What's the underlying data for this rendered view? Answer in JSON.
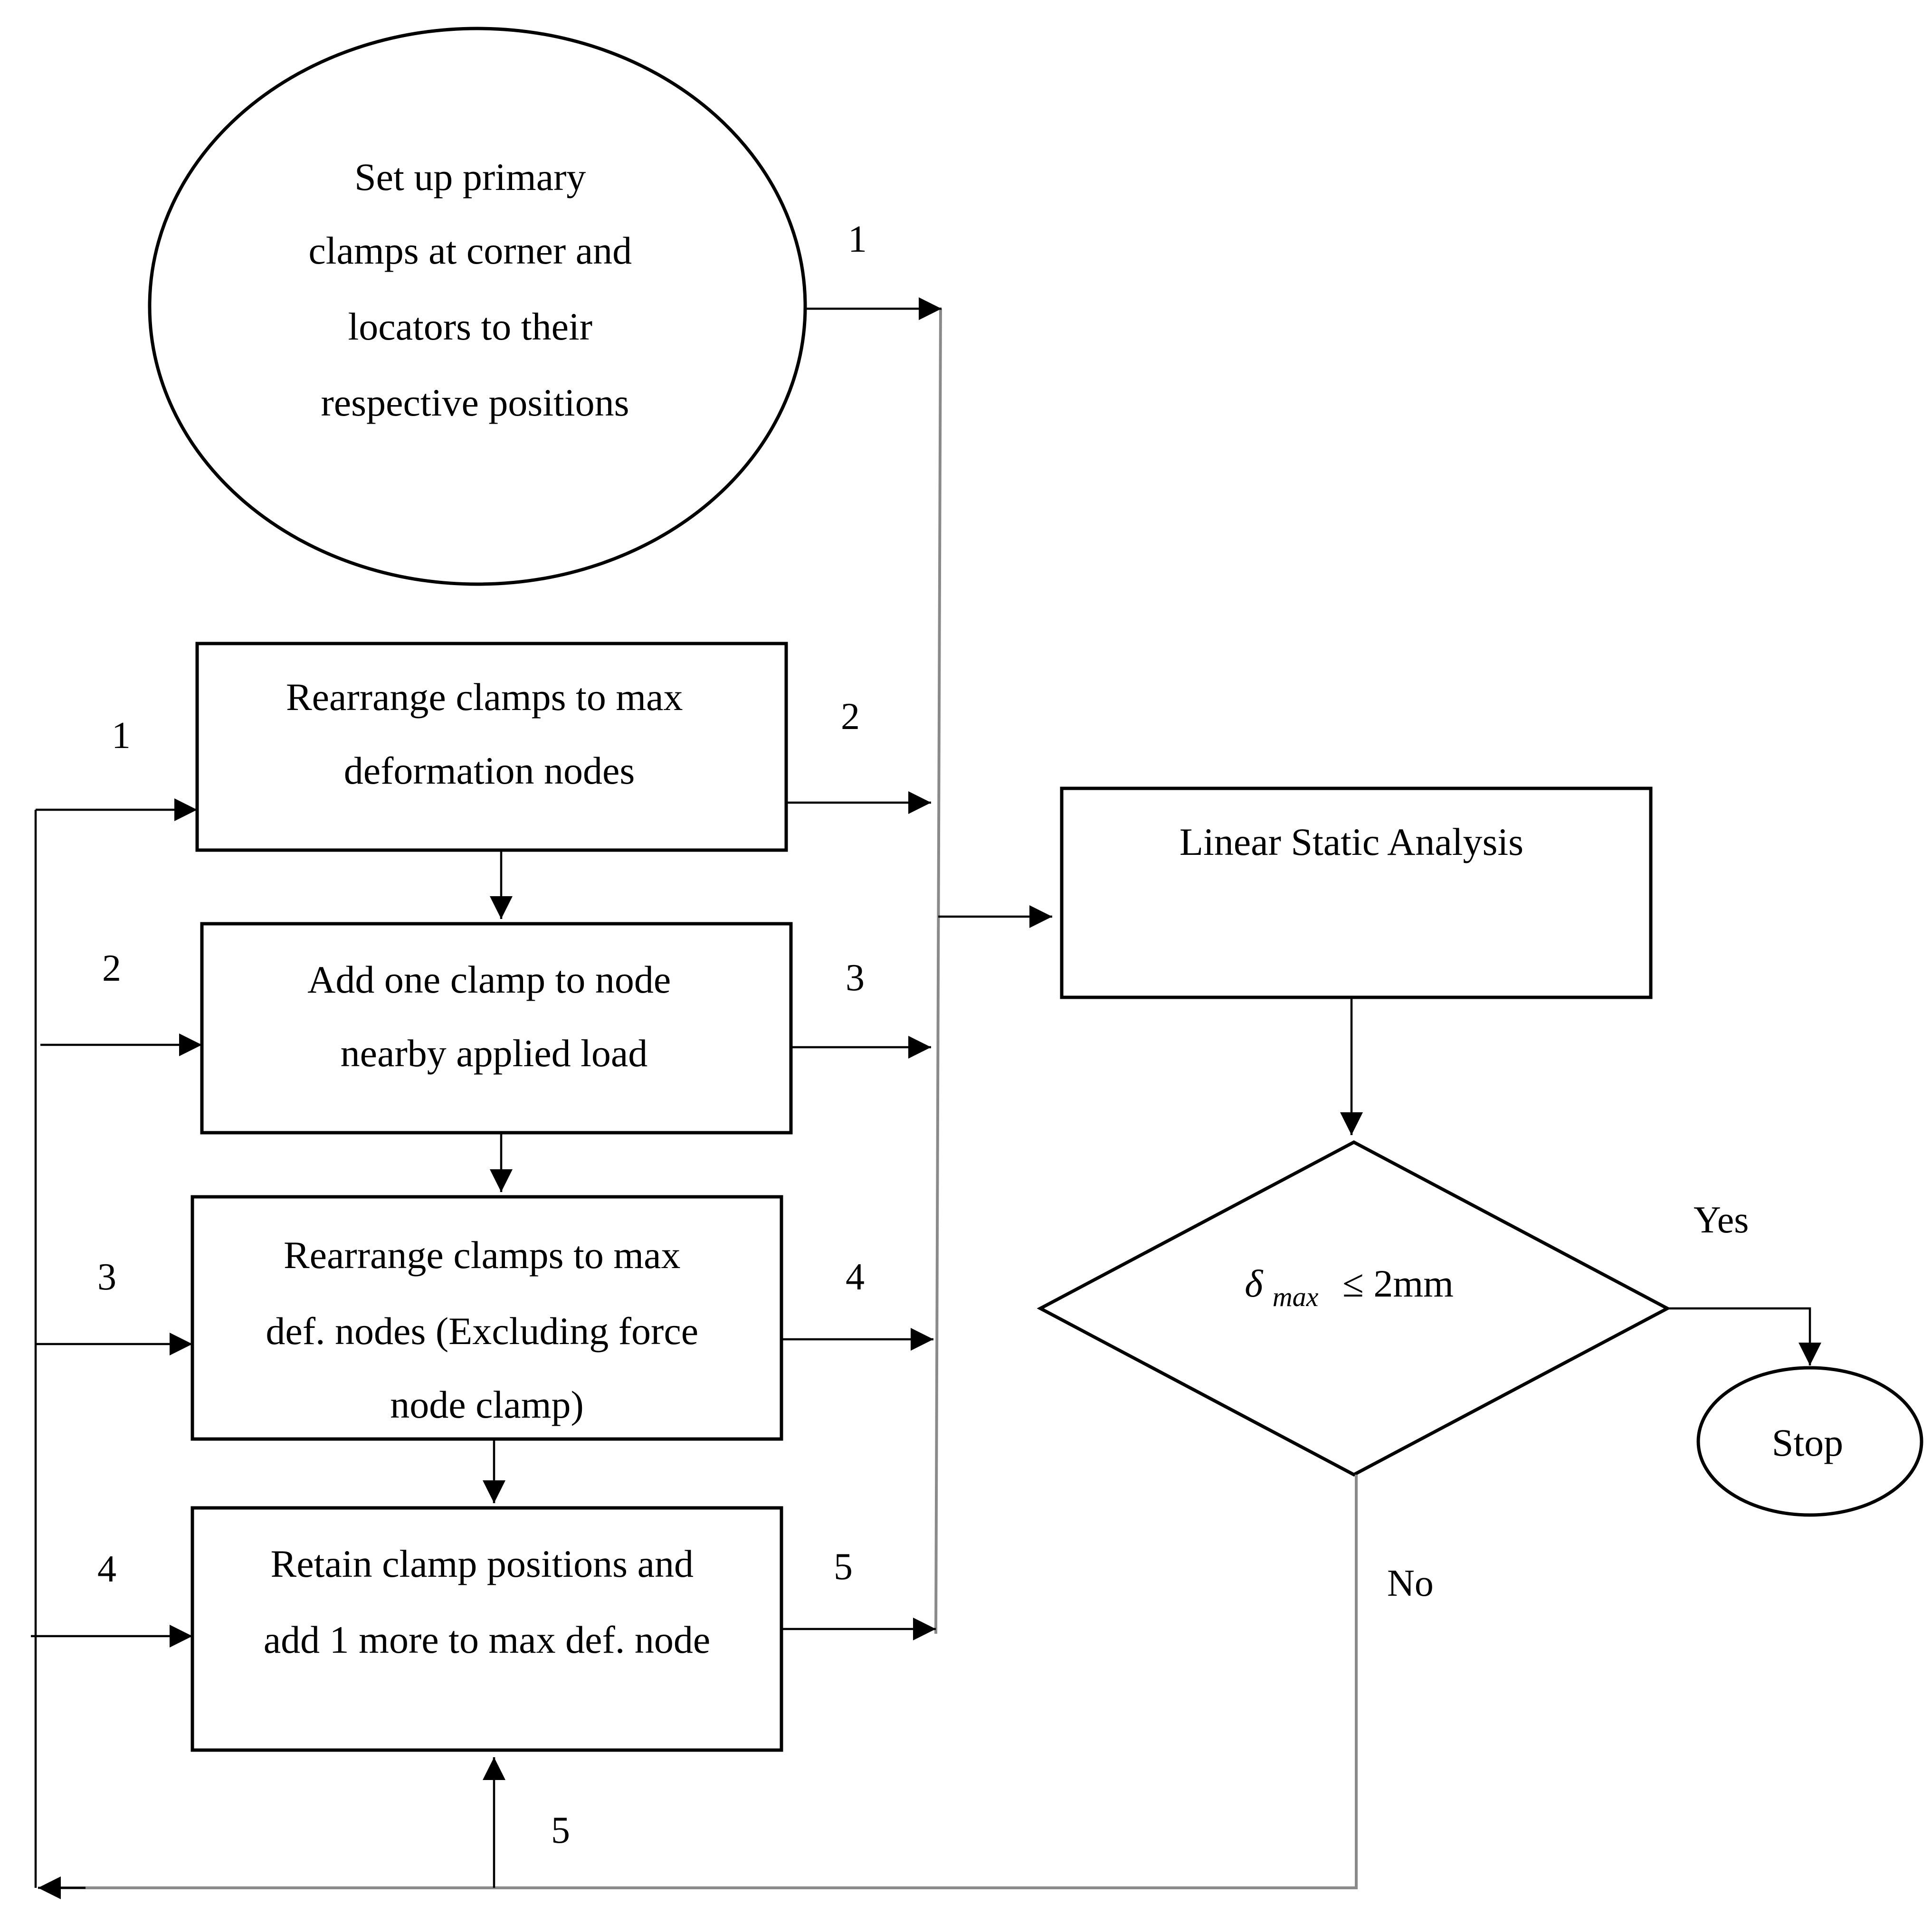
{
  "nodes": {
    "start": [
      "Set up primary",
      "clamps at corner and",
      "locators to their",
      "respective positions"
    ],
    "step1": [
      "Rearrange clamps to max",
      "deformation nodes"
    ],
    "step2": [
      "Add one clamp to node",
      "nearby applied load"
    ],
    "step3": [
      "Rearrange clamps to max",
      "def. nodes (Excluding force",
      "node clamp)"
    ],
    "step4": [
      "Retain clamp positions and",
      "add 1 more to max def. node"
    ],
    "analysis": "Linear Static Analysis",
    "decision": {
      "symbol": "δ",
      "subscript": "max",
      "relation": "≤ 2mm"
    },
    "stop": "Stop"
  },
  "labels": {
    "yes": "Yes",
    "no": "No",
    "right": [
      "1",
      "2",
      "3",
      "4",
      "5"
    ],
    "left": [
      "1",
      "2",
      "3",
      "4"
    ],
    "bottom": "5"
  }
}
